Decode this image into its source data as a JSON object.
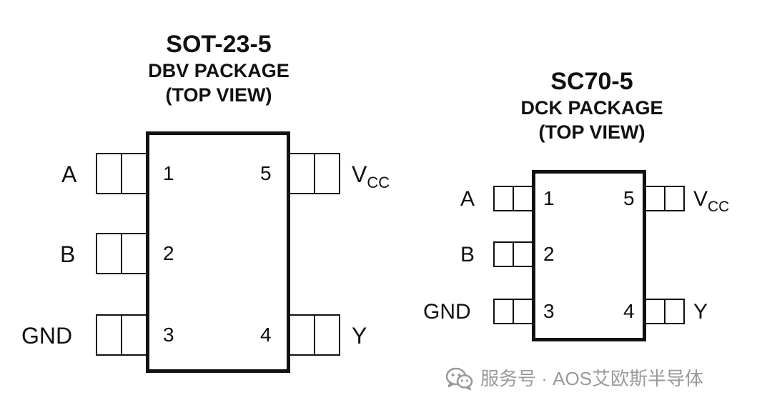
{
  "packages": [
    {
      "title": "SOT-23-5",
      "package": "DBV PACKAGE",
      "view": "(TOP VIEW)",
      "pins": [
        {
          "number": "1",
          "signal": "A"
        },
        {
          "number": "2",
          "signal": "B"
        },
        {
          "number": "3",
          "signal": "GND"
        },
        {
          "number": "4",
          "signal": "Y"
        },
        {
          "number": "5",
          "signal": "V",
          "signal_sub": "CC"
        }
      ]
    },
    {
      "title": "SC70-5",
      "package": "DCK PACKAGE",
      "view": "(TOP VIEW)",
      "pins": [
        {
          "number": "1",
          "signal": "A"
        },
        {
          "number": "2",
          "signal": "B"
        },
        {
          "number": "3",
          "signal": "GND"
        },
        {
          "number": "4",
          "signal": "Y"
        },
        {
          "number": "5",
          "signal": "V",
          "signal_sub": "CC"
        }
      ]
    }
  ],
  "watermark": {
    "icon": "wechat-icon",
    "text": "服务号 · AOS艾欧斯半导体"
  },
  "colors": {
    "line": "#111111",
    "watermark": "#9a9a9a"
  }
}
